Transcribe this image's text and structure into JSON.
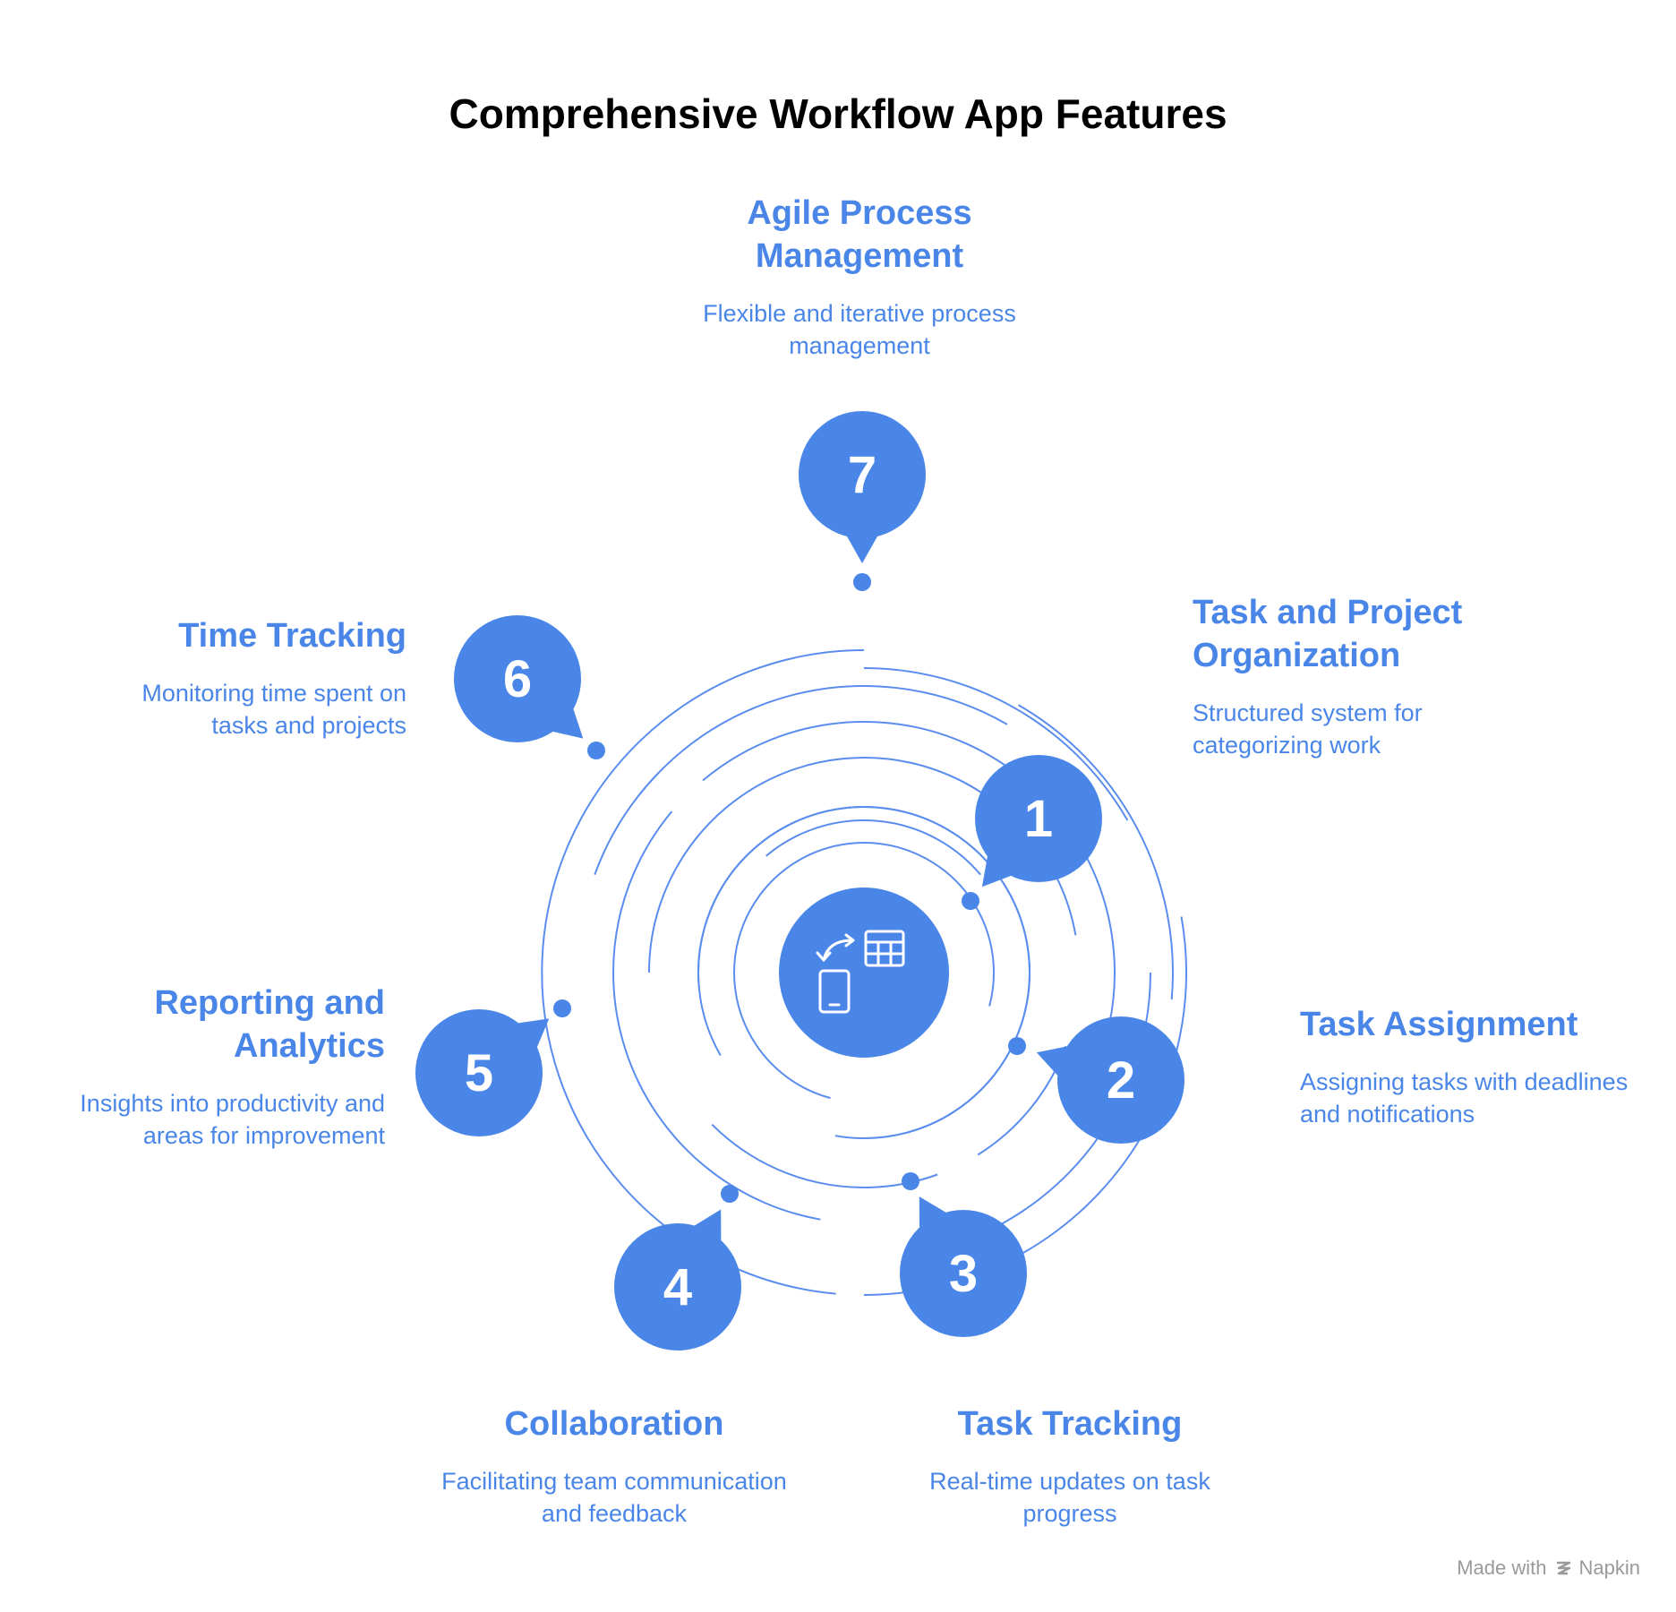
{
  "title": "Comprehensive Workflow App Features",
  "watermark": {
    "made_with": "Made with",
    "brand": "Napkin"
  },
  "colors": {
    "accent": "#4a86e8",
    "ring": "#5b8def",
    "title": "#000000"
  },
  "center_icon": "workflow-devices-icon",
  "features": [
    {
      "number": "1",
      "title": "Task and Project Organization",
      "description": "Structured system for categorizing work"
    },
    {
      "number": "2",
      "title": "Task Assignment",
      "description": "Assigning tasks with deadlines and notifications"
    },
    {
      "number": "3",
      "title": "Task Tracking",
      "description": "Real-time updates on task progress"
    },
    {
      "number": "4",
      "title": "Collaboration",
      "description": "Facilitating team communication and feedback"
    },
    {
      "number": "5",
      "title": "Reporting and Analytics",
      "description": "Insights into productivity and areas for improvement"
    },
    {
      "number": "6",
      "title": "Time Tracking",
      "description": "Monitoring time spent on tasks and projects"
    },
    {
      "number": "7",
      "title": "Agile Process Management",
      "description": "Flexible and iterative process management"
    }
  ]
}
